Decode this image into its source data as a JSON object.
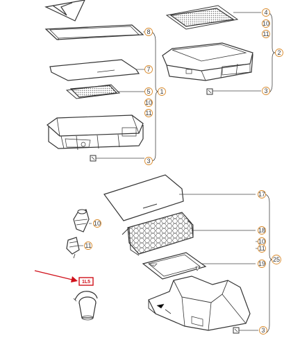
{
  "callouts": {
    "c4": "4",
    "c10a": "10",
    "c11a": "11",
    "c2": "2",
    "c3a": "3",
    "c8": "8",
    "c7": "7",
    "c5": "5",
    "c1": "1",
    "c10b": "10",
    "c11b": "11",
    "c3b": "3",
    "c17": "17",
    "c10c": "10",
    "c11c": "11",
    "c18": "18",
    "c10d": "10",
    "c11d": "11",
    "c19": "19",
    "c25": "25",
    "c3c": "3"
  },
  "highlight_label": "1L5",
  "colors": {
    "line": "#333333",
    "callout_ring": "#d98a2b",
    "highlight": "#d0101a",
    "mesh": "#777777"
  }
}
